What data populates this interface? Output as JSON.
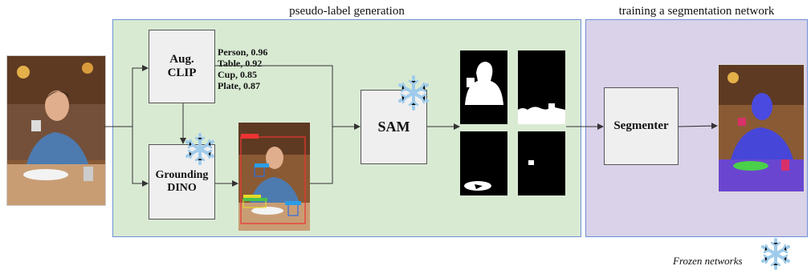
{
  "sections": {
    "pseudo_label_title": "pseudo-label generation",
    "training_title": "training a segmentation network"
  },
  "nodes": {
    "aug_clip": "Aug.\nCLIP",
    "grounding_dino": "Grounding\nDINO",
    "sam": "SAM",
    "segmenter": "Segmenter"
  },
  "clip_labels": [
    {
      "text": "Person, 0.96"
    },
    {
      "text": "Table, 0.92"
    },
    {
      "text": "Cup, 0.85"
    },
    {
      "text": "Plate, 0.87"
    }
  ],
  "legend": {
    "frozen_label": "Frozen networks"
  },
  "colors": {
    "frozen_icon": "#9ecbeb",
    "green_panel": "#d9ead3",
    "purple_panel": "#d9d2e9",
    "border": "#6d8fd6"
  }
}
